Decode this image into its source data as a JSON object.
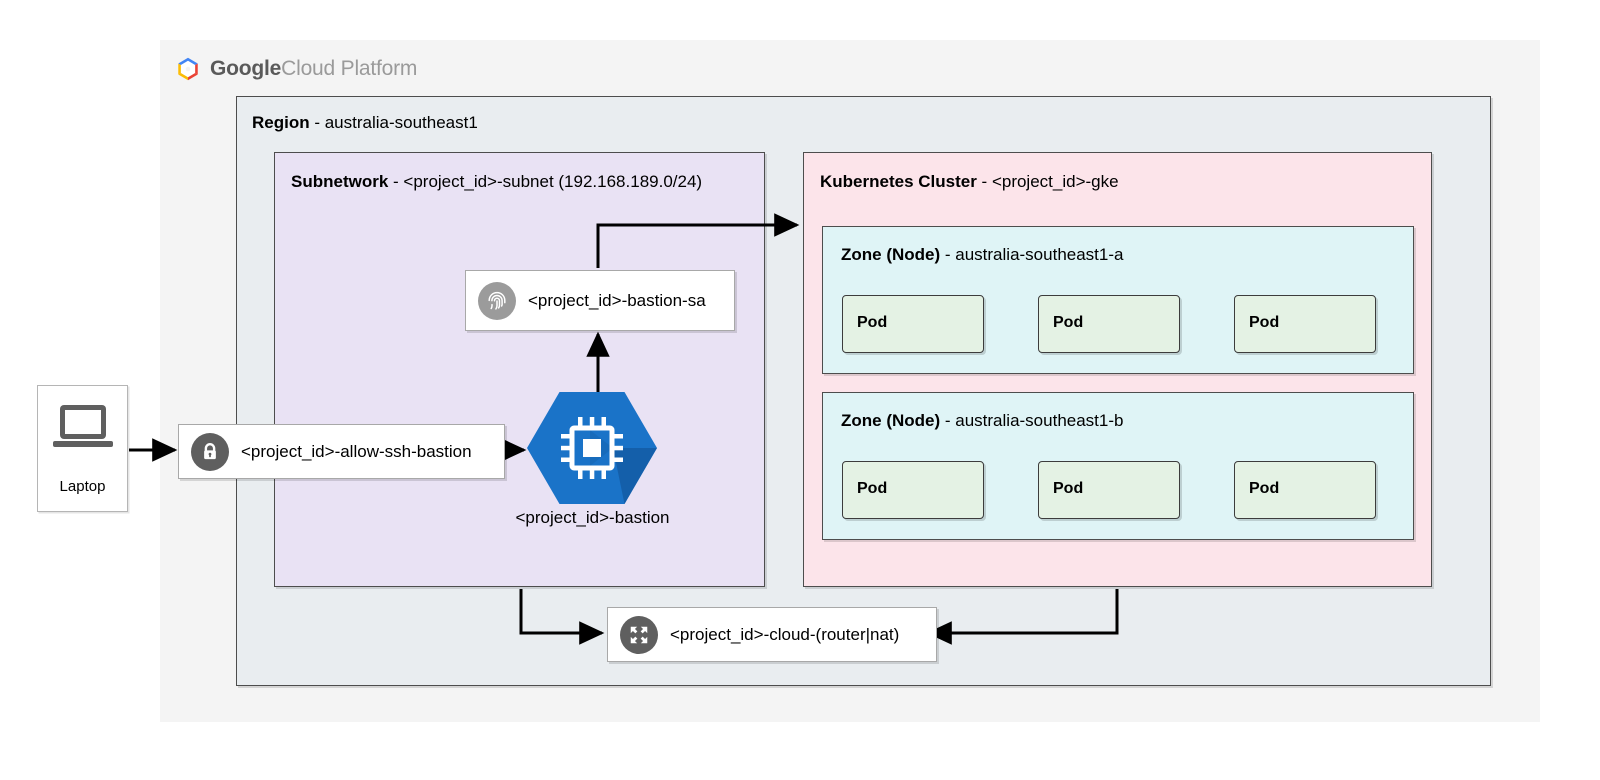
{
  "page": {
    "background": "#ffffff",
    "panel_background": "#f4f4f4"
  },
  "brand": {
    "logo_icon": "google-cloud-hexagon-logo",
    "wordmark_bold": "Google",
    "wordmark_light": "Cloud Platform"
  },
  "region": {
    "label": "Region",
    "separator": " - ",
    "value": "australia-southeast1",
    "background": "#e9edf0"
  },
  "subnetwork": {
    "label": "Subnetwork",
    "separator": " - ",
    "value": "<project_id>-subnet (192.168.189.0/24)",
    "background": "#e9e2f4"
  },
  "cluster": {
    "label": "Kubernetes Cluster",
    "separator": " - ",
    "value": "<project_id>-gke",
    "background": "#fce4ea"
  },
  "zones": [
    {
      "label": "Zone (Node)",
      "separator": " - ",
      "value": "australia-southeast1-a",
      "background": "#dff4f6",
      "pods": [
        "Pod",
        "Pod",
        "Pod"
      ]
    },
    {
      "label": "Zone (Node)",
      "separator": " - ",
      "value": "australia-southeast1-b",
      "background": "#dff4f6",
      "pods": [
        "Pod",
        "Pod",
        "Pod"
      ]
    }
  ],
  "pod": {
    "background": "#e4f2e4"
  },
  "nodes": {
    "laptop": {
      "label": "Laptop",
      "icon": "laptop-icon",
      "icon_color": "#5f5f5f"
    },
    "firewall_rule": {
      "label": "<project_id>-allow-ssh-bastion",
      "icon": "lock-icon",
      "icon_circle_color": "#5f5f5f"
    },
    "service_account": {
      "label": "<project_id>-bastion-sa",
      "icon": "fingerprint-icon",
      "icon_circle_color": "#9b9b9b"
    },
    "bastion": {
      "label": "<project_id>-bastion",
      "icon": "compute-engine-chip-icon",
      "hex_color": "#1a73c8",
      "hex_shadow_color": "#145ca4"
    },
    "cloud_router_nat": {
      "label": "<project_id>-cloud-(router|nat)",
      "icon": "expand-arrows-icon",
      "icon_circle_color": "#5f5f5f"
    }
  },
  "connections": [
    {
      "from": "laptop",
      "to": "firewall_rule",
      "arrow": "right"
    },
    {
      "from": "firewall_rule",
      "to": "bastion",
      "arrow": "right"
    },
    {
      "from": "bastion",
      "to": "service_account",
      "arrow": "up"
    },
    {
      "from": "service_account",
      "to": "cluster",
      "arrow": "right"
    },
    {
      "from": "subnetwork",
      "to": "cloud_router_nat",
      "arrow": "right"
    },
    {
      "from": "cluster",
      "to": "cloud_router_nat",
      "arrow": "left"
    }
  ]
}
